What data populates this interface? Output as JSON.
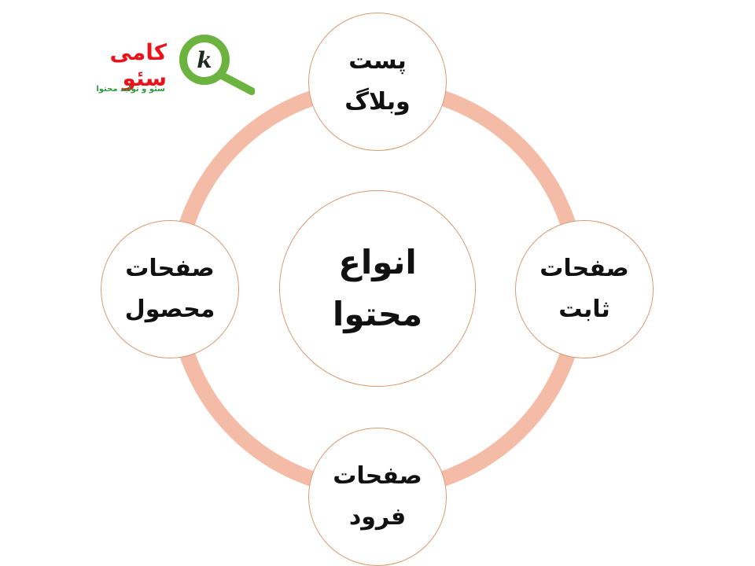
{
  "diagram": {
    "center": {
      "line1": "انواع",
      "line2": "محتوا"
    },
    "nodes": {
      "top": {
        "line1": "پست",
        "line2": "وبلاگ"
      },
      "right": {
        "line1": "صفحات",
        "line2": "ثابت"
      },
      "bottom": {
        "line1": "صفحات",
        "line2": "فرود"
      },
      "left": {
        "line1": "صفحات",
        "line2": "محصول"
      }
    },
    "ring_color": "#f4bba6",
    "node_border_color": "#d89a72"
  },
  "logo": {
    "name": "کامی سئو",
    "tagline": "سئو و تولید محتوا",
    "mark_letter": "k",
    "icon": "magnifier-k-logo-icon",
    "name_color": "#e8141b",
    "mark_color": "#6db33f"
  }
}
